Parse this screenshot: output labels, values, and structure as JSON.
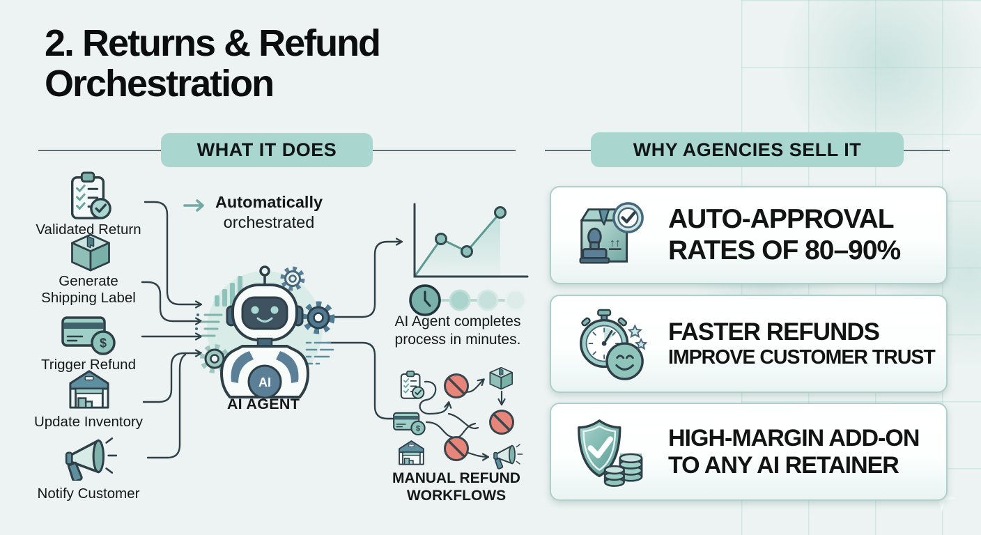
{
  "title": "2. Returns & Refund Orchestration",
  "sections": {
    "what": "WHAT IT DOES",
    "why": "WHY AGENCIES SELL IT"
  },
  "flow": {
    "inputs": [
      {
        "label": "Validated Return",
        "icon": "clipboard-check-icon"
      },
      {
        "label": "Generate Shipping Label",
        "icon": "package-box-icon"
      },
      {
        "label": "Trigger Refund",
        "icon": "credit-card-dollar-icon"
      },
      {
        "label": "Update Inventory",
        "icon": "warehouse-icon"
      },
      {
        "label": "Notify Customer",
        "icon": "megaphone-icon"
      }
    ],
    "note_bold": "Automatically",
    "note_rest": "orchestrated",
    "agent_badge": "AI",
    "agent_label": "AI AGENT",
    "fast_caption": "AI Agent completes process in minutes.",
    "manual_caption": "MANUAL REFUND WORKFLOWS"
  },
  "benefits": [
    {
      "line1": "AUTO-APPROVAL",
      "line2": "RATES OF 80–90%",
      "icon": "stamped-package-approval-icon"
    },
    {
      "line1": "FASTER REFUNDS",
      "line2": "IMPROVE CUSTOMER TRUST",
      "icon": "stopwatch-smiley-icon"
    },
    {
      "line1": "HIGH-MARGIN ADD-ON",
      "line2": "TO ANY AI RETAINER",
      "icon": "shield-coins-icon"
    }
  ],
  "glyphs": {
    "dollar": "$",
    "up_arrows": "↑↑"
  },
  "colors": {
    "background": "#ecf3f2",
    "badge_bg": "#a9d6cf",
    "accent_teal": "#7fb3ac",
    "slate_blue": "#5b7f96",
    "dark_stroke": "#2e3f47",
    "alert_red": "#e8857b",
    "card_border": "#aecfca"
  }
}
